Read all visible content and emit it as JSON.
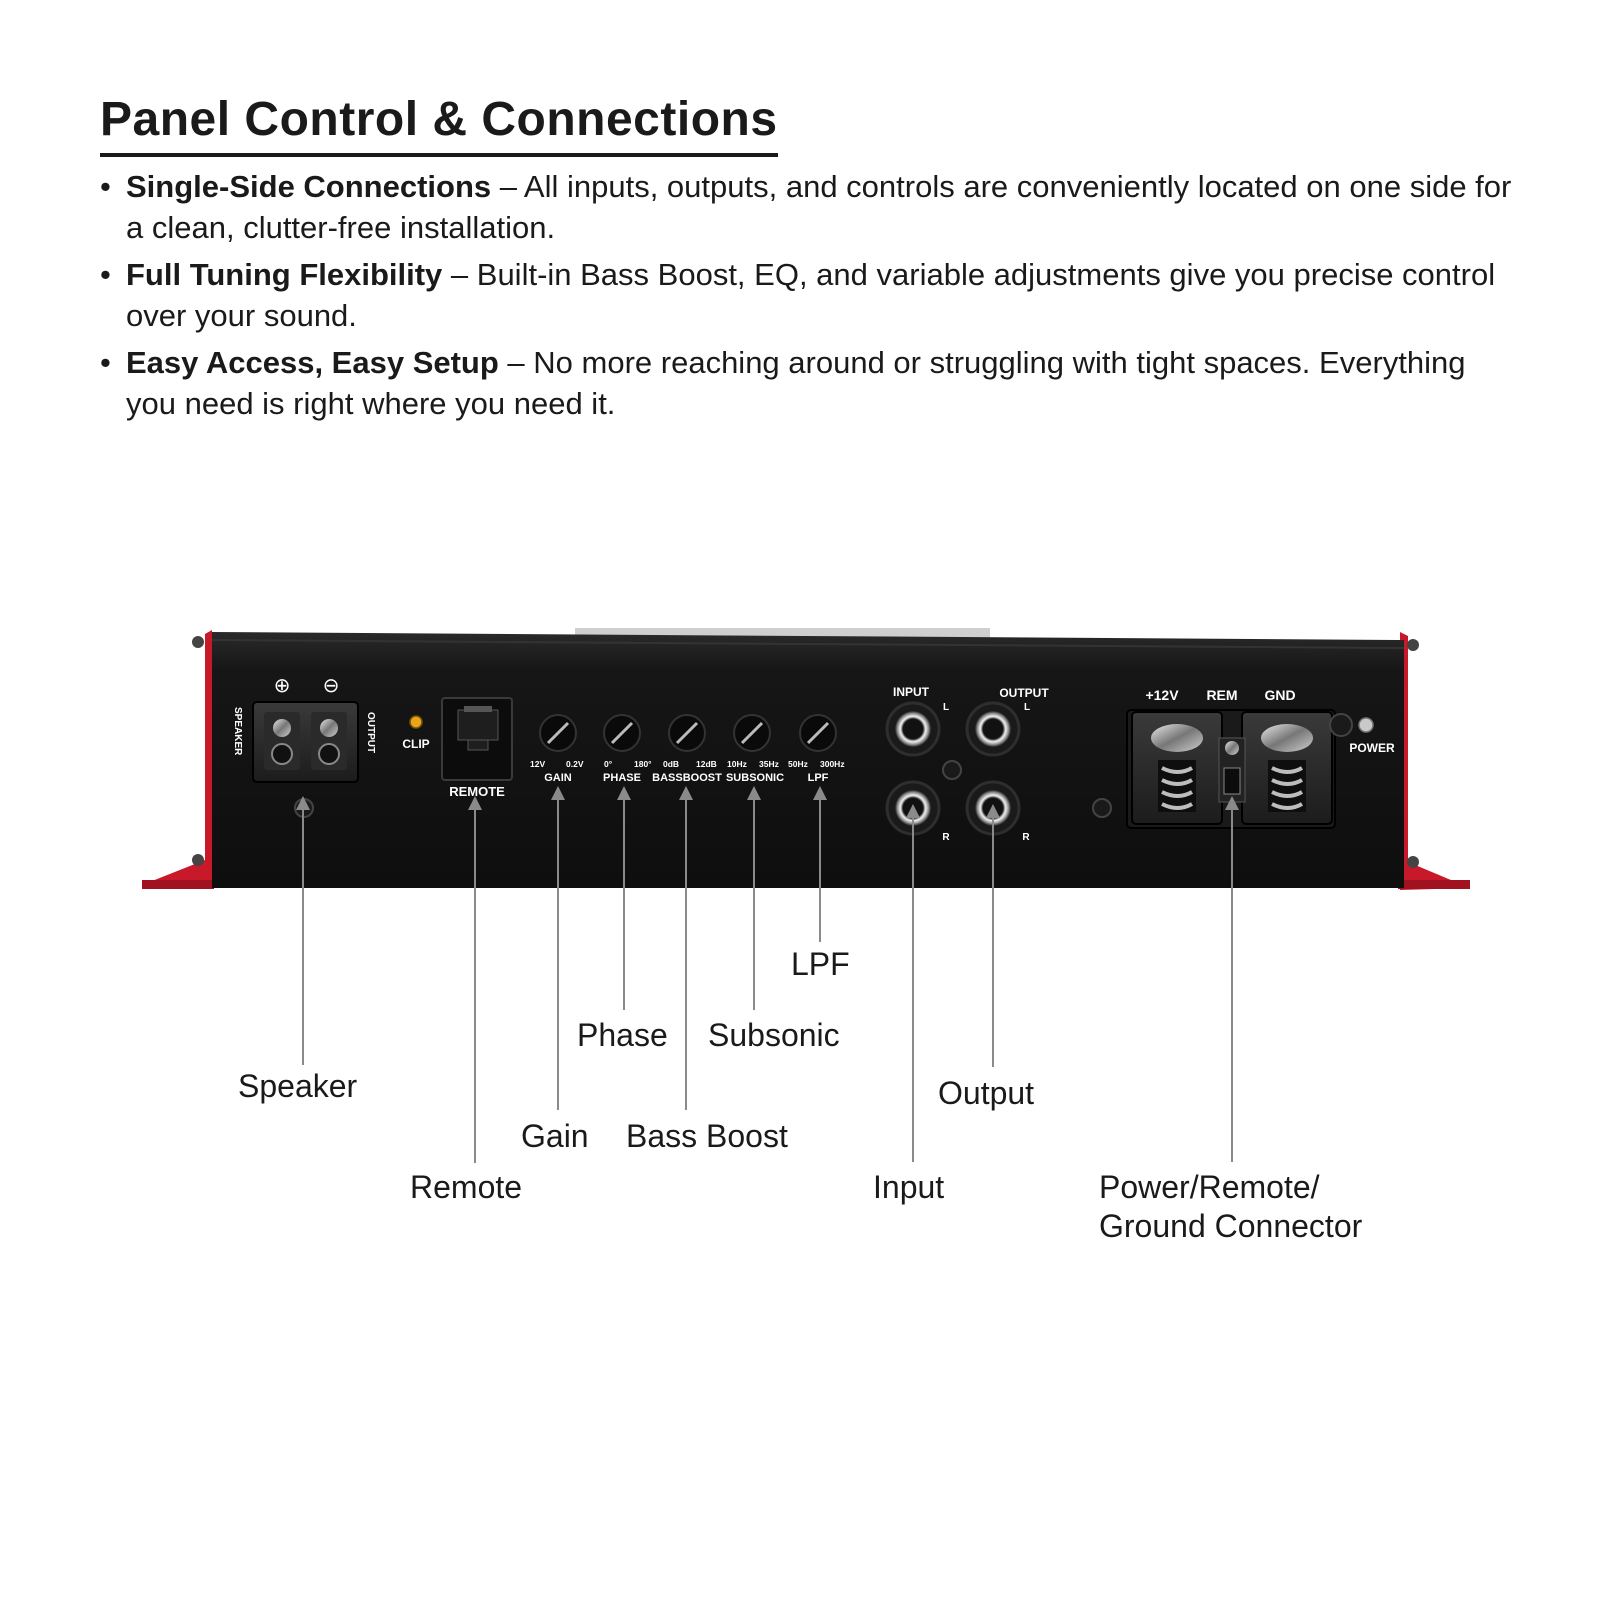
{
  "title": "Panel Control & Connections",
  "bullets": [
    {
      "bold": "Single-Side Connections",
      "text": " – All inputs, outputs, and controls are conveniently located on one side for a clean, clutter-free installation."
    },
    {
      "bold": "Full Tuning Flexibility",
      "text": " – Built-in Bass Boost, EQ, and variable adjustments give you precise control over your sound."
    },
    {
      "bold": "Easy Access, Easy Setup",
      "text": " – No more reaching around or struggling with tight spaces. Everything you need is right where you need it."
    }
  ],
  "panel": {
    "plus_symbol": "⊕",
    "minus_symbol": "⊖",
    "speaker_vertical": "SPEAKER",
    "output_vertical": "OUTPUT",
    "clip": "CLIP",
    "remote": "REMOTE",
    "knobs": [
      {
        "label": "GAIN",
        "min": "12V",
        "max": "0.2V"
      },
      {
        "label": "PHASE",
        "min": "0°",
        "max": "180°"
      },
      {
        "label": "BASSBOOST",
        "min": "0dB",
        "max": "12dB"
      },
      {
        "label": "SUBSONIC",
        "min": "10Hz",
        "max": "35Hz"
      },
      {
        "label": "LPF",
        "min": "50Hz",
        "max": "300Hz"
      }
    ],
    "input": "INPUT",
    "output": "OUTPUT",
    "left": "L",
    "right": "R",
    "plus12v": "+12V",
    "rem": "REM",
    "gnd": "GND",
    "power": "POWER"
  },
  "callouts": {
    "speaker": "Speaker",
    "remote": "Remote",
    "gain": "Gain",
    "phase": "Phase",
    "bass_boost": "Bass Boost",
    "subsonic": "Subsonic",
    "lpf": "LPF",
    "input": "Input",
    "output": "Output",
    "power_line1": "Power/Remote/",
    "power_line2": "Ground Connector"
  },
  "colors": {
    "chassis": "#141414",
    "accent_red": "#c8192b",
    "clip_led": "#e8a41c"
  }
}
